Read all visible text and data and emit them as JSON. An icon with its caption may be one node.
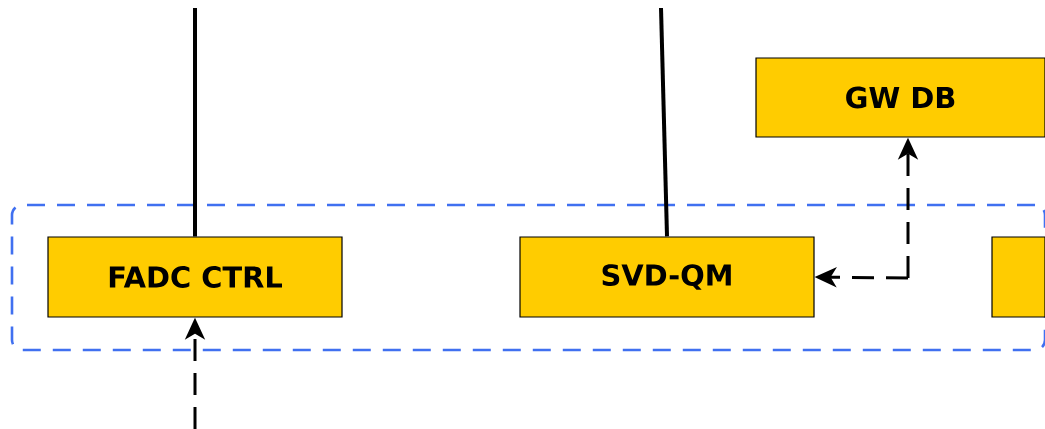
{
  "diagram": {
    "nodes": [
      {
        "text": [
          "GW DB"
        ]
      },
      {
        "text": [],
        "shape": "box"
      },
      {
        "text": [
          "FADC CTRL"
        ],
        "in": 1
      },
      {
        "text": [
          "SVD-QM"
        ],
        "in": 1
      },
      {
        "text": [],
        "shape": "box",
        "in": 1
      }
    ],
    "edges": [
      {
        "from": null,
        "to": 2,
        "arrow": "none"
      },
      {
        "from": null,
        "to": 3,
        "arrow": "none"
      },
      {
        "from": null,
        "to": 0,
        "arrow": "to",
        "style": "dashed"
      },
      {
        "from": null,
        "to": 3,
        "arrow": "to",
        "style": "dashed"
      },
      {
        "from": null,
        "to": 2,
        "arrow": "to",
        "style": "dashed"
      }
    ]
  }
}
